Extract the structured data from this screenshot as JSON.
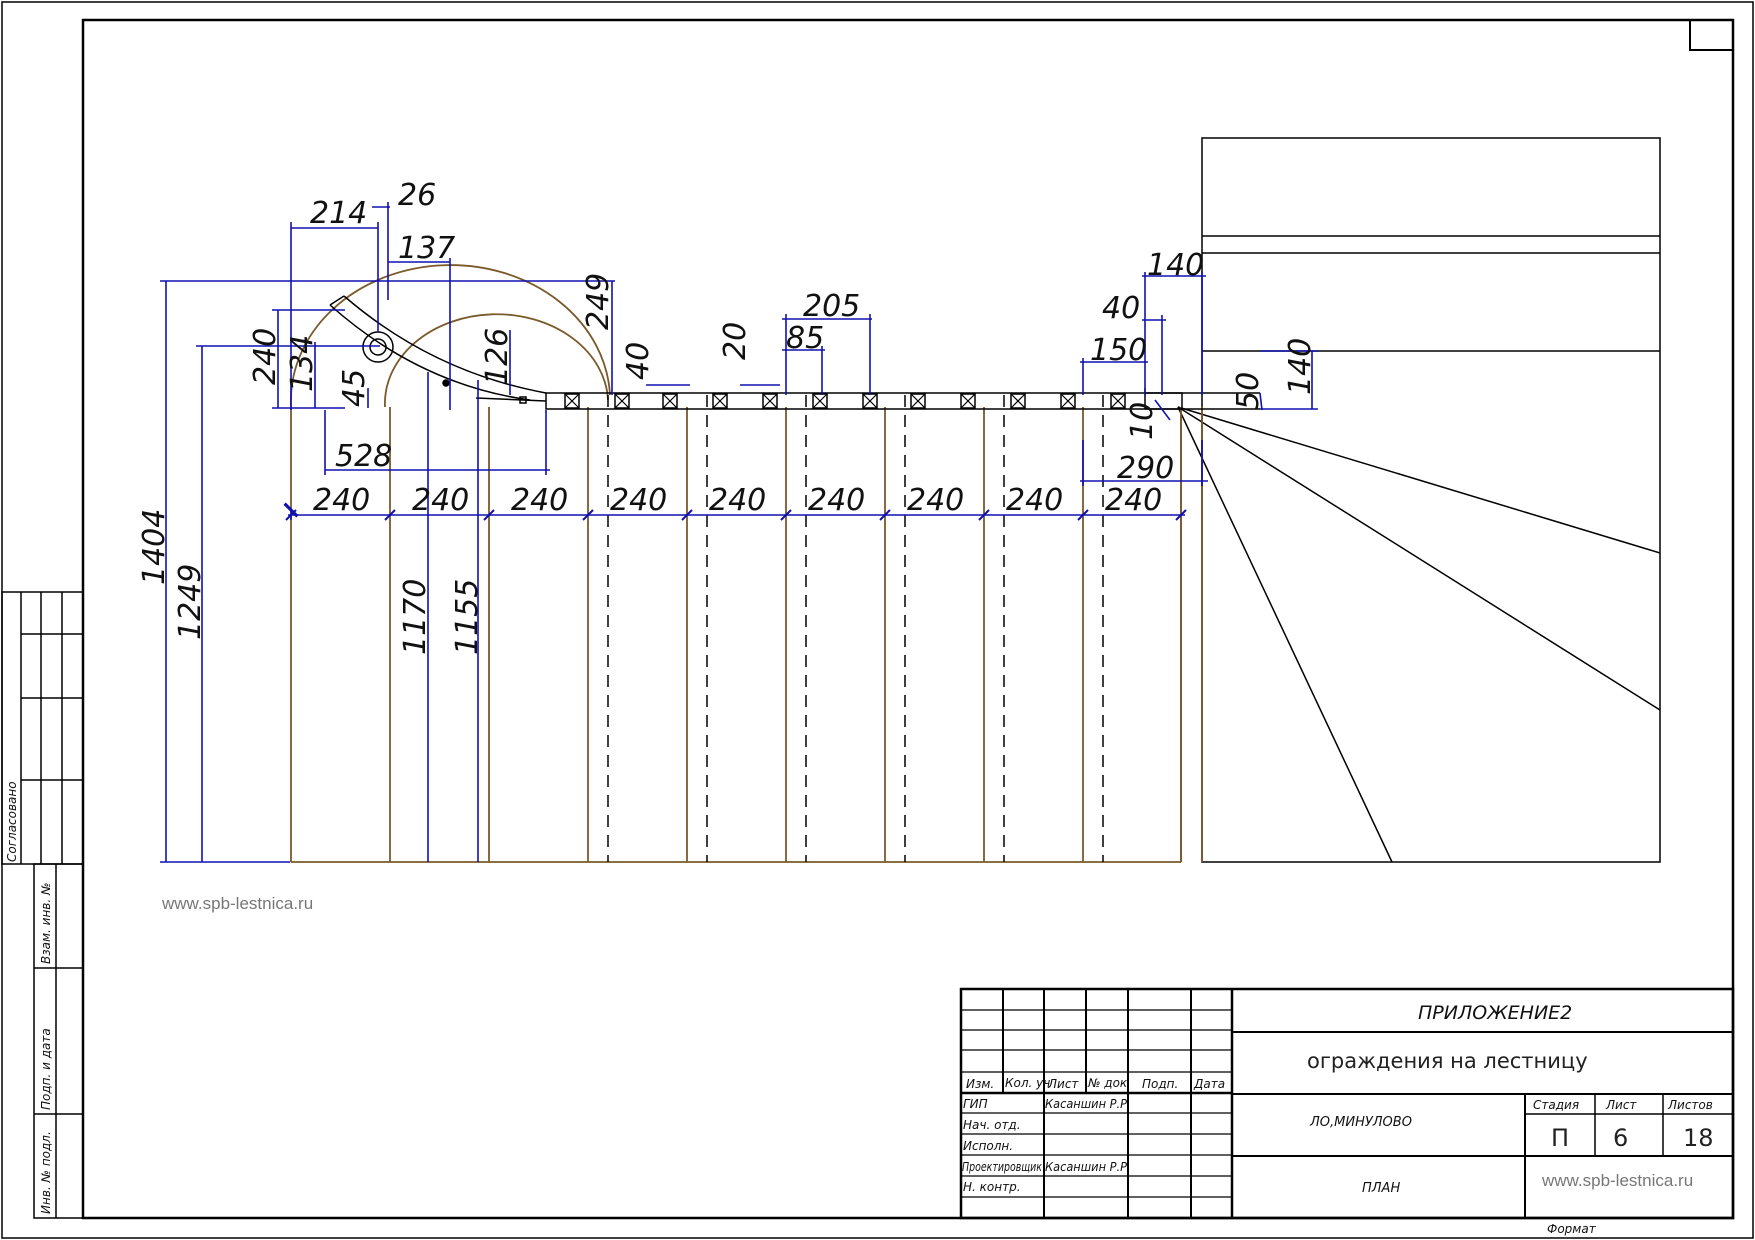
{
  "watermark": "www.spb-lestnica.ru",
  "dimensions": {
    "d214": "214",
    "d26": "26",
    "d137": "137",
    "d249": "249",
    "d240_left": "240",
    "d134": "134",
    "d45": "45",
    "d126": "126",
    "d40a": "40",
    "d20": "20",
    "d205": "205",
    "d85": "85",
    "d140_top": "140",
    "d40b": "40",
    "d150": "150",
    "d140_right": "140",
    "d50": "50",
    "d10": "10",
    "d290": "290",
    "d528": "528",
    "d1404": "1404",
    "d1249": "1249",
    "d1170": "1170",
    "d1155": "1155",
    "step_width": "240"
  },
  "side_stamp": {
    "agreed": "Согласовано",
    "inv_exchange": "Взам. инв. №",
    "sign_date": "Подп. и дата",
    "inv_original": "Инв. № подл."
  },
  "title_block": {
    "appendix": "ПРИЛОЖЕНИЕ2",
    "subject": "ограждения на лестницу",
    "location": "ЛО,МИНУЛОВО",
    "sheet_name": "ПЛАН",
    "website": "www.spb-lestnica.ru",
    "format_label": "Формат",
    "col_headers": [
      "Изм.",
      "Кол. уч",
      "Лист",
      "№ док",
      "Подп.",
      "Дата"
    ],
    "roles": [
      "ГИП",
      "Нач. отд.",
      "Исполн.",
      "Проектировщик",
      "Н. контр."
    ],
    "gip_name": "Касаншин Р.Р",
    "designer_name": "Касаншин Р.Р",
    "stage_label": "Стадия",
    "sheet_label": "Лист",
    "sheets_label": "Листов",
    "stage_value": "П",
    "sheet_value": "6",
    "sheets_value": "18"
  }
}
